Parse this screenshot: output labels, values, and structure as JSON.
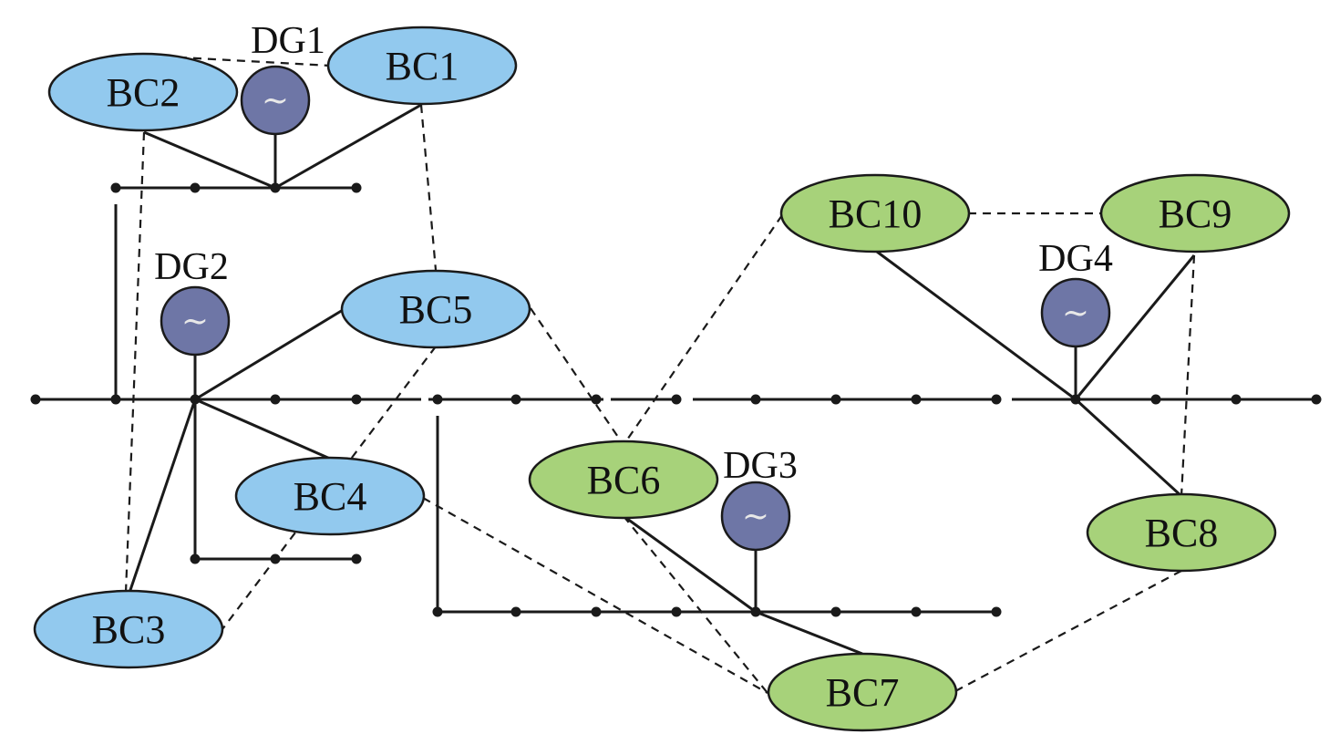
{
  "diagram": {
    "controllers": [
      {
        "id": "BC1",
        "label": "BC1",
        "group": "blue"
      },
      {
        "id": "BC2",
        "label": "BC2",
        "group": "blue"
      },
      {
        "id": "BC3",
        "label": "BC3",
        "group": "blue"
      },
      {
        "id": "BC4",
        "label": "BC4",
        "group": "blue"
      },
      {
        "id": "BC5",
        "label": "BC5",
        "group": "blue"
      },
      {
        "id": "BC6",
        "label": "BC6",
        "group": "green"
      },
      {
        "id": "BC7",
        "label": "BC7",
        "group": "green"
      },
      {
        "id": "BC8",
        "label": "BC8",
        "group": "green"
      },
      {
        "id": "BC9",
        "label": "BC9",
        "group": "green"
      },
      {
        "id": "BC10",
        "label": "BC10",
        "group": "green"
      }
    ],
    "generators": [
      {
        "id": "DG1",
        "label": "DG1",
        "symbol": "~"
      },
      {
        "id": "DG2",
        "label": "DG2",
        "symbol": "~"
      },
      {
        "id": "DG3",
        "label": "DG3",
        "symbol": "~"
      },
      {
        "id": "DG4",
        "label": "DG4",
        "symbol": "~"
      }
    ],
    "communication_links": [
      [
        "BC2",
        "BC1"
      ],
      [
        "BC1",
        "BC5"
      ],
      [
        "BC2",
        "BC3"
      ],
      [
        "BC5",
        "BC3"
      ],
      [
        "BC5",
        "BC6"
      ],
      [
        "BC10",
        "BC6"
      ],
      [
        "BC10",
        "BC9"
      ],
      [
        "BC4",
        "BC7"
      ],
      [
        "BC6",
        "BC7"
      ],
      [
        "BC7",
        "BC8"
      ],
      [
        "BC9",
        "BC8"
      ]
    ],
    "colors": {
      "blue_group": "#92c9ee",
      "green_group": "#a7d27a",
      "generator": "#6e76a6",
      "line": "#1a1a1a"
    }
  }
}
